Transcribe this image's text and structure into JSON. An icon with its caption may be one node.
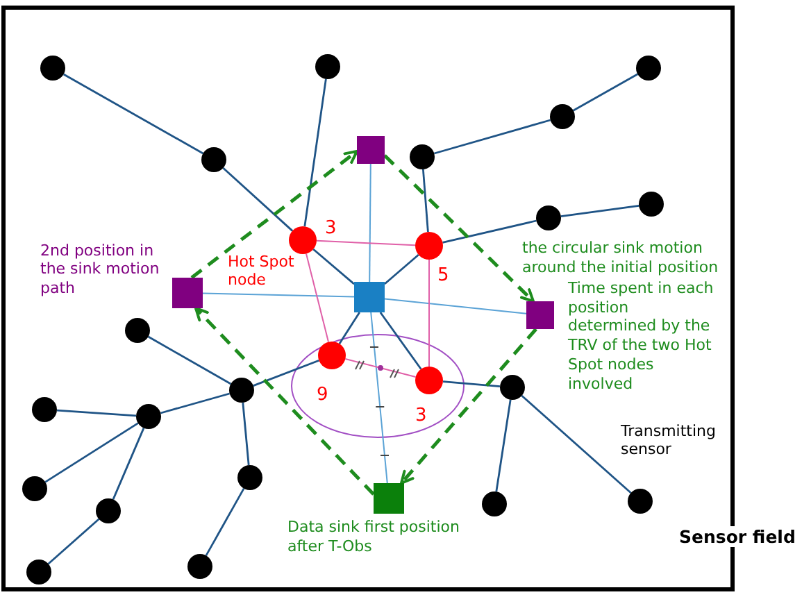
{
  "diagram": {
    "nodes": [
      {
        "text": [
          "Sensor field"
        ]
      },
      {
        "text": [],
        "shape": "circle",
        "in": 0
      },
      {
        "text": [],
        "shape": "circle",
        "in": 0
      },
      {
        "text": [],
        "shape": "circle",
        "in": 0
      },
      {
        "text": [],
        "shape": "circle",
        "in": 0
      },
      {
        "text": [],
        "shape": "box",
        "in": 0
      },
      {
        "text": [],
        "shape": "circle",
        "in": 0
      },
      {
        "text": [],
        "shape": "circle",
        "in": 0
      },
      {
        "text": [],
        "shape": "circle",
        "in": 0
      },
      {
        "text": [],
        "shape": "circle",
        "in": 0
      },
      {
        "text": [],
        "shape": "circle",
        "in": 0,
        "beside": [
          "3",
          "Hot Spot node"
        ]
      },
      {
        "text": [],
        "shape": "circle",
        "in": 0,
        "beside": [
          "5"
        ]
      },
      {
        "text": [],
        "shape": "box",
        "in": 0,
        "beside": [
          "2nd position in the sink motion path"
        ]
      },
      {
        "text": [],
        "shape": "box",
        "in": 0
      },
      {
        "text": [],
        "shape": "box",
        "in": 0
      },
      {
        "text": [],
        "shape": "circle",
        "in": 0
      },
      {
        "text": [],
        "shape": "circle",
        "in": 0,
        "beside": [
          "9"
        ]
      },
      {
        "text": [],
        "shape": "circle",
        "in": 0,
        "beside": [
          "3"
        ]
      },
      {
        "text": [],
        "shape": "circle",
        "in": 0
      },
      {
        "text": [],
        "shape": "circle",
        "in": 0
      },
      {
        "text": [],
        "shape": "circle",
        "in": 0
      },
      {
        "text": [],
        "shape": "circle",
        "in": 0
      },
      {
        "text": [],
        "shape": "circle",
        "in": 0
      },
      {
        "text": [],
        "shape": "circle",
        "in": 0
      },
      {
        "text": [],
        "shape": "box",
        "in": 0,
        "beside": [
          "Data sink first position after T-Obs"
        ]
      },
      {
        "text": [],
        "shape": "circle",
        "in": 0
      },
      {
        "text": [],
        "shape": "circle",
        "in": 0
      },
      {
        "text": [],
        "shape": "circle",
        "in": 0
      },
      {
        "text": [],
        "shape": "circle",
        "in": 0
      },
      {
        "text": [],
        "shape": "circle",
        "in": 0
      }
    ],
    "edges": [
      {
        "from": 1,
        "to": 7,
        "arrow": "none"
      },
      {
        "from": 7,
        "to": 10,
        "arrow": "none"
      },
      {
        "from": 2,
        "to": 10,
        "arrow": "none"
      },
      {
        "from": 6,
        "to": 4,
        "arrow": "none"
      },
      {
        "from": 4,
        "to": 3,
        "arrow": "none"
      },
      {
        "from": 6,
        "to": 11,
        "arrow": "none"
      },
      {
        "from": 11,
        "to": 9,
        "arrow": "none"
      },
      {
        "from": 9,
        "to": 8,
        "arrow": "none"
      },
      {
        "from": 10,
        "to": 13,
        "arrow": "none"
      },
      {
        "from": 11,
        "to": 13,
        "arrow": "none"
      },
      {
        "from": 13,
        "to": 16,
        "arrow": "none"
      },
      {
        "from": 13,
        "to": 17,
        "arrow": "none"
      },
      {
        "from": 16,
        "to": 19,
        "arrow": "none"
      },
      {
        "from": 15,
        "to": 19,
        "arrow": "none"
      },
      {
        "from": 19,
        "to": 21,
        "arrow": "none"
      },
      {
        "from": 21,
        "to": 20,
        "arrow": "none"
      },
      {
        "from": 21,
        "to": 23,
        "arrow": "none"
      },
      {
        "from": 21,
        "to": 27,
        "arrow": "none"
      },
      {
        "from": 27,
        "to": 29,
        "arrow": "none"
      },
      {
        "from": 19,
        "to": 22,
        "arrow": "none"
      },
      {
        "from": 22,
        "to": 28,
        "arrow": "none"
      },
      {
        "from": 17,
        "to": 18,
        "arrow": "none"
      },
      {
        "from": 18,
        "to": 26,
        "arrow": "none"
      },
      {
        "from": 18,
        "to": 25,
        "arrow": "none"
      },
      {
        "from": 13,
        "to": 5,
        "arrow": "none",
        "color": "#5ba3d6"
      },
      {
        "from": 13,
        "to": 12,
        "arrow": "none",
        "color": "#5ba3d6"
      },
      {
        "from": 13,
        "to": 14,
        "arrow": "none",
        "color": "#5ba3d6"
      },
      {
        "from": 13,
        "to": 24,
        "arrow": "none",
        "color": "#5ba3d6"
      },
      {
        "from": 10,
        "to": 11,
        "arrow": "none",
        "color": "#e060a8"
      },
      {
        "from": 10,
        "to": 16,
        "arrow": "none",
        "color": "#e060a8"
      },
      {
        "from": 11,
        "to": 17,
        "arrow": "none",
        "color": "#e060a8"
      },
      {
        "from": 16,
        "to": 17,
        "arrow": "none",
        "color": "#e060a8"
      },
      {
        "from": 24,
        "to": 12,
        "arrow": "to",
        "style": "dashed",
        "color": "#1e8c1e"
      },
      {
        "from": 12,
        "to": 5,
        "arrow": "to",
        "style": "dashed",
        "color": "#1e8c1e"
      },
      {
        "from": 5,
        "to": 14,
        "arrow": "to",
        "style": "dashed",
        "color": "#1e8c1e"
      },
      {
        "from": 14,
        "to": 24,
        "arrow": "to",
        "style": "dashed",
        "color": "#1e8c1e"
      }
    ],
    "labels": [
      "the circular sink motion around the initial position",
      "Time spent in each position determined by the TRV of the two Hot Spot nodes involved",
      "Transmitting sensor"
    ]
  }
}
